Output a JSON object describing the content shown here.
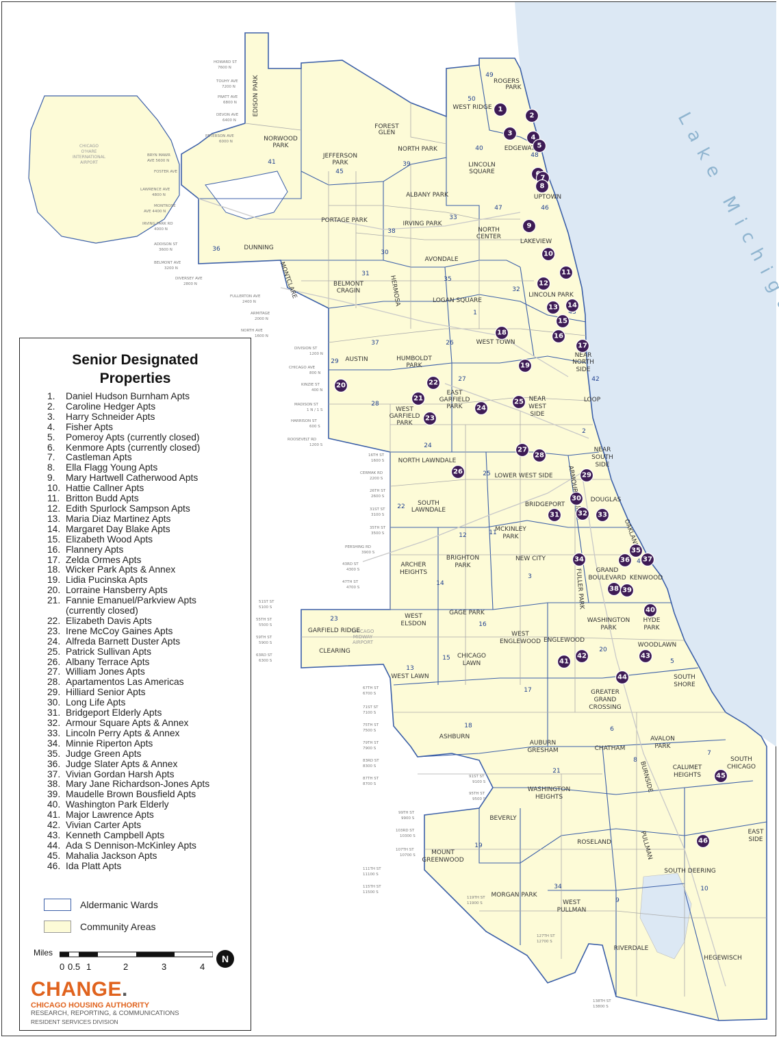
{
  "legend": {
    "title_line1": "Senior Designated",
    "title_line2": "Properties",
    "properties": [
      {
        "num": "1.",
        "name": "Daniel Hudson Burnham Apts"
      },
      {
        "num": "2.",
        "name": "Caroline Hedger Apts"
      },
      {
        "num": "3.",
        "name": "Harry Schneider Apts"
      },
      {
        "num": "4.",
        "name": "Fisher Apts"
      },
      {
        "num": "5.",
        "name": "Pomeroy Apts (currently closed)"
      },
      {
        "num": "6.",
        "name": "Kenmore Apts (currently closed)"
      },
      {
        "num": "7.",
        "name": "Castleman Apts"
      },
      {
        "num": "8.",
        "name": "Ella Flagg Young Apts"
      },
      {
        "num": "9.",
        "name": "Mary Hartwell Catherwood Apts"
      },
      {
        "num": "10.",
        "name": "Hattie Callner Apts"
      },
      {
        "num": "11.",
        "name": "Britton Budd Apts"
      },
      {
        "num": "12.",
        "name": "Edith Spurlock Sampson Apts"
      },
      {
        "num": "13.",
        "name": "Maria Diaz Martinez Apts"
      },
      {
        "num": "14.",
        "name": "Margaret Day Blake Apts"
      },
      {
        "num": "15.",
        "name": "Elizabeth Wood Apts"
      },
      {
        "num": "16.",
        "name": "Flannery Apts"
      },
      {
        "num": "17.",
        "name": "Zelda Ormes Apts"
      },
      {
        "num": "18.",
        "name": "Wicker Park Apts & Annex"
      },
      {
        "num": "19.",
        "name": "Lidia Pucinska Apts"
      },
      {
        "num": "20.",
        "name": "Lorraine Hansberry Apts"
      },
      {
        "num": "21.",
        "name": "Fannie Emanuel/Parkview Apts"
      },
      {
        "num": "",
        "name": "(currently closed)"
      },
      {
        "num": "22.",
        "name": "Elizabeth Davis Apts"
      },
      {
        "num": "23.",
        "name": "Irene McCoy Gaines Apts"
      },
      {
        "num": "24.",
        "name": "Alfreda Barnett Duster Apts"
      },
      {
        "num": "25.",
        "name": "Patrick Sullivan Apts"
      },
      {
        "num": "26.",
        "name": "Albany Terrace Apts"
      },
      {
        "num": "27.",
        "name": "William Jones Apts"
      },
      {
        "num": "28.",
        "name": "Apartamentos Las Americas"
      },
      {
        "num": "29.",
        "name": "Hilliard Senior Apts"
      },
      {
        "num": "30.",
        "name": "Long Life Apts"
      },
      {
        "num": "31.",
        "name": "Bridgeport Elderly Apts"
      },
      {
        "num": "32.",
        "name": "Armour Square Apts & Annex"
      },
      {
        "num": "33.",
        "name": "Lincoln Perry Apts & Annex"
      },
      {
        "num": "34.",
        "name": "Minnie Riperton Apts"
      },
      {
        "num": "35.",
        "name": "Judge Green Apts"
      },
      {
        "num": "36.",
        "name": "Judge Slater Apts & Annex"
      },
      {
        "num": "37.",
        "name": "Vivian Gordan Harsh Apts"
      },
      {
        "num": "38.",
        "name": "Mary Jane Richardson-Jones Apts"
      },
      {
        "num": "39.",
        "name": "Maudelle Brown Bousfield Apts"
      },
      {
        "num": "40.",
        "name": "Washington Park Elderly"
      },
      {
        "num": "41.",
        "name": "Major Lawrence Apts"
      },
      {
        "num": "42.",
        "name": "Vivian Carter Apts"
      },
      {
        "num": "43.",
        "name": "Kenneth Campbell Apts"
      },
      {
        "num": "44.",
        "name": "Ada S Dennison-McKinley Apts"
      },
      {
        "num": "45.",
        "name": "Mahalia Jackson Apts"
      },
      {
        "num": "46.",
        "name": "Ida Platt Apts"
      }
    ],
    "key_wards": "Aldermanic Wards",
    "key_areas": "Community Areas",
    "scale_title": "Miles",
    "scale_ticks": [
      "0",
      "0.5",
      "1",
      "2",
      "3",
      "4"
    ],
    "north": "N"
  },
  "colors": {
    "land": "#fdfbd7",
    "lake": "#dce8f4",
    "ward_border": "#3b5fa8",
    "area_border": "#aaaaaa",
    "marker": "#3d1b55",
    "brand_orange": "#e0631e"
  },
  "branding": {
    "logo_main": "CHANGE",
    "logo_dot": ".",
    "org": "CHICAGO HOUSING AUTHORITY",
    "dept": "RESEARCH, REPORTING, & COMMUNICATIONS",
    "division": "RESIDENT SERVICES DIVISION"
  },
  "map": {
    "lake_label": "Lake Michigan",
    "airport_label": "CHICAGO O'HARE INTERNATIONAL AIRPORT",
    "midway_label": "CHICAGO MIDWAY AIRPORT",
    "community_areas": [
      "ROGERS PARK",
      "WEST RIDGE",
      "EDGEWATER",
      "FOREST GLEN",
      "NORTH PARK",
      "NORWOOD PARK",
      "JEFFERSON PARK",
      "LINCOLN SQUARE",
      "UPTOWN",
      "ALBANY PARK",
      "PORTAGE PARK",
      "IRVING PARK",
      "NORTH CENTER",
      "LAKEVIEW",
      "DUNNING",
      "AVONDALE",
      "BELMONT CRAGIN",
      "LOGAN SQUARE",
      "LINCOLN PARK",
      "MONTCLARE",
      "HERMOSA",
      "WEST TOWN",
      "NEAR NORTH SIDE",
      "AUSTIN",
      "HUMBOLDT PARK",
      "EAST GARFIELD PARK",
      "NEAR WEST SIDE",
      "LOOP",
      "WEST GARFIELD PARK",
      "NORTH LAWNDALE",
      "NEAR SOUTH SIDE",
      "LOWER WEST SIDE",
      "SOUTH LAWNDALE",
      "BRIDGEPORT",
      "DOUGLAS",
      "ARMOUR SQUARE",
      "MCKINLEY PARK",
      "OAKLAND",
      "ARCHER HEIGHTS",
      "BRIGHTON PARK",
      "NEW CITY",
      "FULLER PARK",
      "GRAND BOULEVARD",
      "KENWOOD",
      "GAGE PARK",
      "WEST ELSDON",
      "GARFIELD RIDGE",
      "CLEARING",
      "WASHINGTON PARK",
      "HYDE PARK",
      "WEST ENGLEWOOD",
      "ENGLEWOOD",
      "CHICAGO LAWN",
      "WEST LAWN",
      "WOODLAWN",
      "SOUTH SHORE",
      "GREATER GRAND CROSSING",
      "ASHBURN",
      "AUBURN GRESHAM",
      "CHATHAM",
      "AVALON PARK",
      "SOUTH CHICAGO",
      "CALUMET HEIGHTS",
      "BURNSIDE",
      "WASHINGTON HEIGHTS",
      "BEVERLY",
      "MOUNT GREENWOOD",
      "ROSELAND",
      "PULLMAN",
      "EAST SIDE",
      "SOUTH DEERING",
      "MORGAN PARK",
      "WEST PULLMAN",
      "RIVERDALE",
      "HEGEWISCH"
    ],
    "wards": [
      "1",
      "2",
      "3",
      "4",
      "5",
      "6",
      "7",
      "8",
      "9",
      "10",
      "11",
      "12",
      "13",
      "14",
      "15",
      "16",
      "17",
      "18",
      "19",
      "20",
      "21",
      "22",
      "23",
      "24",
      "25",
      "26",
      "27",
      "28",
      "29",
      "30",
      "31",
      "32",
      "33",
      "34",
      "35",
      "36",
      "37",
      "38",
      "39",
      "40",
      "41",
      "42",
      "43",
      "44",
      "45",
      "46",
      "47",
      "48",
      "49",
      "50"
    ],
    "streets": [
      "HOWARD ST 7600 N",
      "TOUHY AVE 7200 N",
      "PRATT AVE 6800 N",
      "DEVON AVE 6400 N",
      "PETERSON AVE 6000 N",
      "BRYN MAWR AVE 5600 N",
      "FOSTER AVE 5200 N",
      "LAWRENCE AVE 4800 N",
      "MONTROSE AVE 4400 N",
      "IRVING PARK RD 4000 N",
      "ADDISON ST 3600 N",
      "BELMONT AVE 3200 N",
      "DIVERSEY AVE 2800 N",
      "FULLERTON AVE 2400 N",
      "ARMITAGE 2000 N",
      "NORTH AVE 1600 N",
      "DIVISION ST 1200 N",
      "CHICAGO AVE 800 N",
      "KINZIE ST 400 N",
      "MADISON ST 1 N/1 S",
      "HARRISON ST 600 S",
      "ROOSEVELT RD 1200 S",
      "16TH ST 1600 S",
      "CERMAK RD 2200 S",
      "26TH ST 2600 S",
      "31ST ST 3100 S",
      "35TH ST 3500 S",
      "PERSHING RD 3900 S",
      "43RD ST 4300 S",
      "47TH ST 4700 S",
      "51ST ST 5100 S",
      "55TH ST 5500 S",
      "59TH ST 5900 S",
      "63RD ST 6300 S",
      "67TH ST 6700 S",
      "71ST ST 7100 S",
      "75TH ST 7500 S",
      "79TH ST 7900 S",
      "83RD ST 8300 S",
      "87TH ST 8700 S",
      "91ST ST 9100 S",
      "95TH ST 9500 S",
      "99TH ST 9900 S",
      "103RD ST 10300 S",
      "107TH ST 10700 S",
      "111TH ST 11100 S",
      "115TH ST 11500 S",
      "119TH ST 11900 S",
      "127TH ST 12700 S",
      "138TH ST 13800 S"
    ]
  },
  "markers": [
    {
      "id": "1"
    },
    {
      "id": "2"
    },
    {
      "id": "3"
    },
    {
      "id": "4"
    },
    {
      "id": "5"
    },
    {
      "id": "6"
    },
    {
      "id": "7"
    },
    {
      "id": "8"
    },
    {
      "id": "9"
    },
    {
      "id": "10"
    },
    {
      "id": "11"
    },
    {
      "id": "12"
    },
    {
      "id": "13"
    },
    {
      "id": "14"
    },
    {
      "id": "15"
    },
    {
      "id": "16"
    },
    {
      "id": "17"
    },
    {
      "id": "18"
    },
    {
      "id": "19"
    },
    {
      "id": "20"
    },
    {
      "id": "21"
    },
    {
      "id": "22"
    },
    {
      "id": "23"
    },
    {
      "id": "24"
    },
    {
      "id": "25"
    },
    {
      "id": "26"
    },
    {
      "id": "27"
    },
    {
      "id": "28"
    },
    {
      "id": "29"
    },
    {
      "id": "30"
    },
    {
      "id": "31"
    },
    {
      "id": "32"
    },
    {
      "id": "33"
    },
    {
      "id": "34"
    },
    {
      "id": "35"
    },
    {
      "id": "36"
    },
    {
      "id": "37"
    },
    {
      "id": "38"
    },
    {
      "id": "39"
    },
    {
      "id": "40"
    },
    {
      "id": "41"
    },
    {
      "id": "42"
    },
    {
      "id": "43"
    },
    {
      "id": "44"
    },
    {
      "id": "45"
    },
    {
      "id": "46"
    }
  ]
}
